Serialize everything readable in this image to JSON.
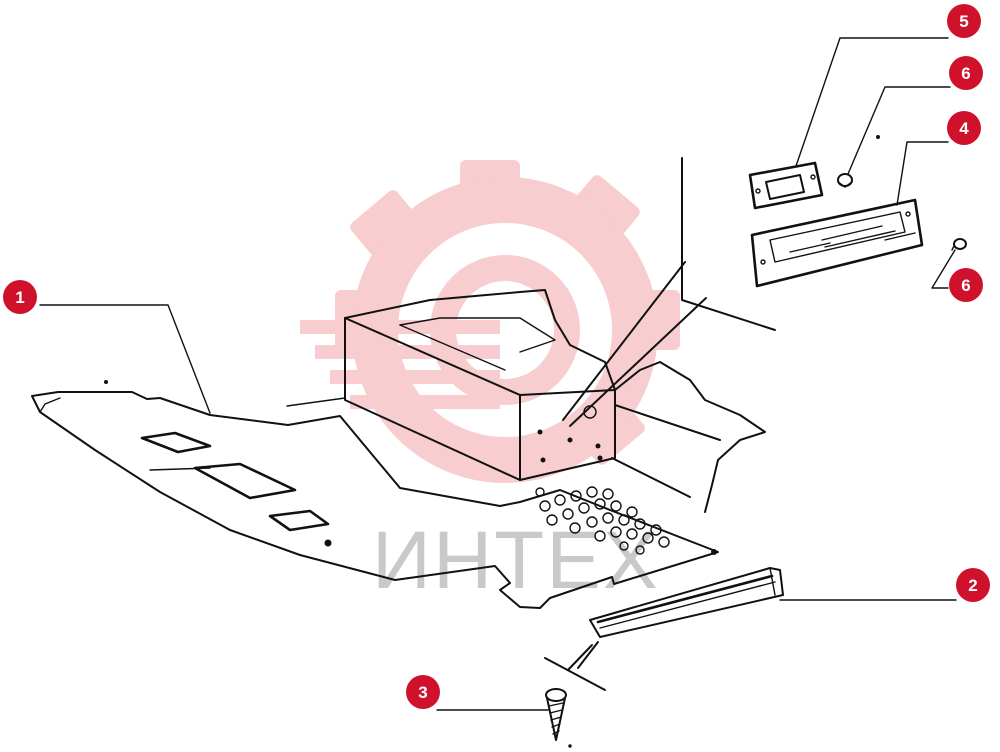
{
  "watermark": {
    "text": "ИНТЕХ",
    "text_color": "#c9c9c9",
    "gear_color": "#f6c5c8"
  },
  "callouts": [
    {
      "id": "1",
      "label": "1"
    },
    {
      "id": "2",
      "label": "2"
    },
    {
      "id": "3",
      "label": "3"
    },
    {
      "id": "4",
      "label": "4"
    },
    {
      "id": "5",
      "label": "5"
    },
    {
      "id": "6a",
      "label": "6"
    },
    {
      "id": "6b",
      "label": "6"
    }
  ],
  "colors": {
    "callout": "#d0112b",
    "ink": "#111111",
    "background": "#ffffff"
  }
}
